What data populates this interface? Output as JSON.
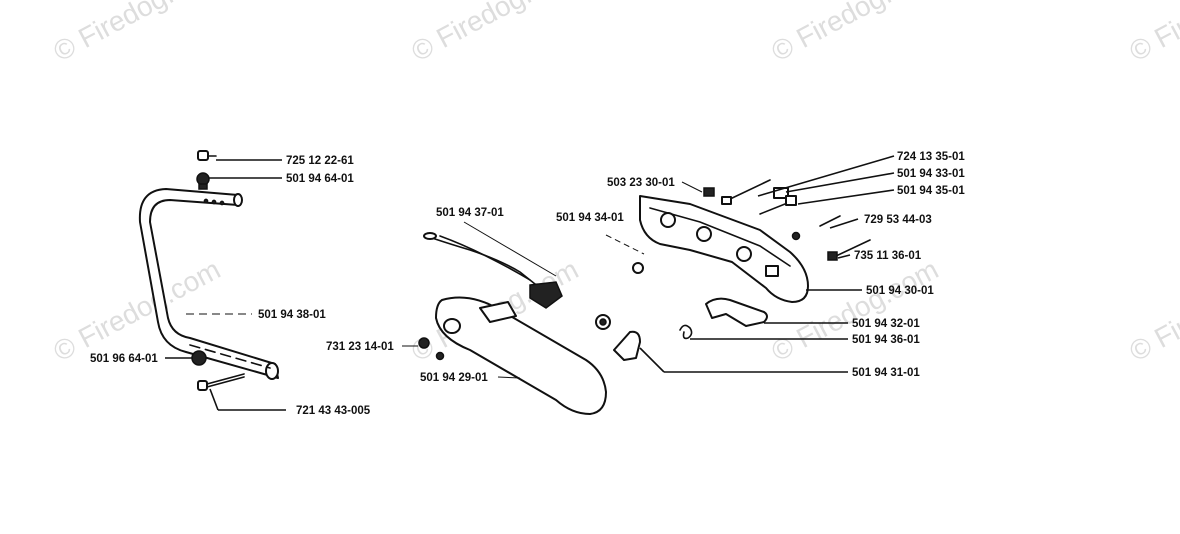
{
  "watermark": "© Firedog.com",
  "labels": {
    "p725122261": "725 12 22-61",
    "p501946401": "501 94 64-01",
    "p501943801": "501 94 38-01",
    "p501966401": "501 96 64-01",
    "p72143435": "721 43 43-005",
    "p501943701": "501 94 37-01",
    "p731231401": "731 23 14-01",
    "p501942901": "501 94 29-01",
    "p503233001": "503 23 30-01",
    "p501943401": "501 94 34-01",
    "p724133501": "724 13 35-01",
    "p501943301": "501 94 33-01",
    "p501943501": "501 94 35-01",
    "p729534403": "729 53 44-03",
    "p735113601": "735 11 36-01",
    "p501943001": "501 94 30-01",
    "p501943201": "501 94 32-01",
    "p501943601": "501 94 36-01",
    "p501943101": "501 94 31-01"
  }
}
